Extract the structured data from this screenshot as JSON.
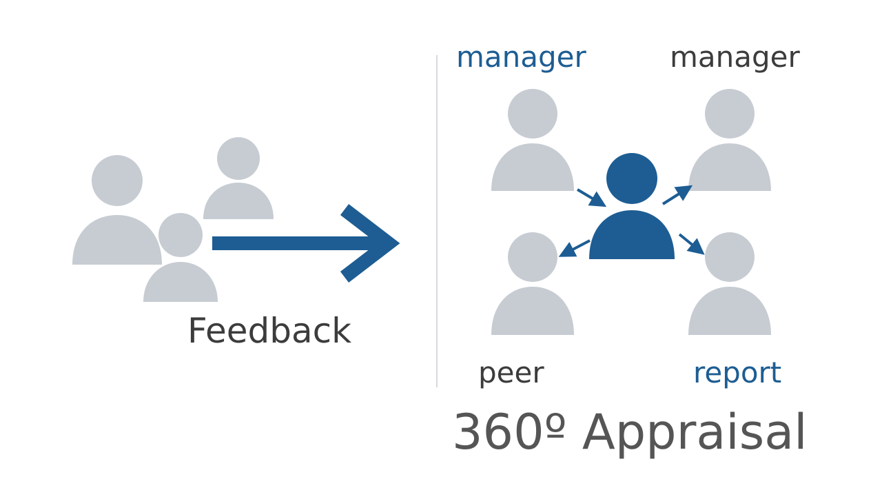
{
  "labels": {
    "manager_left": "manager",
    "manager_right": "manager",
    "peer": "peer",
    "report": "report",
    "feedback": "Feedback",
    "title": "360º Appraisal"
  },
  "colors": {
    "person_grey": "#c7ccd3",
    "accent_blue": "#1d5d93",
    "text_dark": "#3c3c3c",
    "text_title": "#555555",
    "divider": "#d5d9de"
  },
  "icons": {
    "person": "person-icon",
    "arrow": "arrow-right-icon"
  }
}
